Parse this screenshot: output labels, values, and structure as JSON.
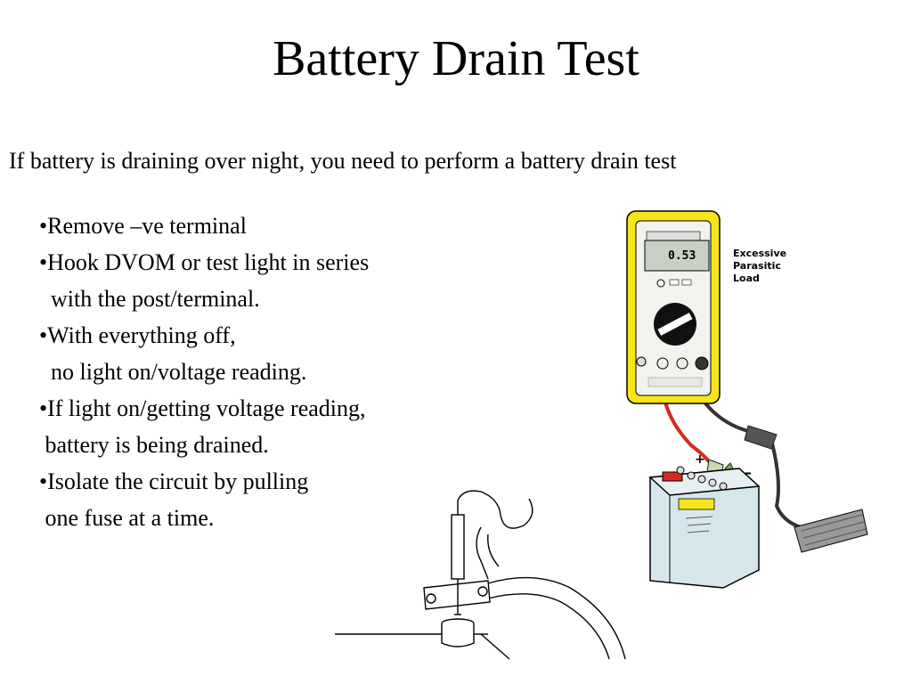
{
  "slide": {
    "title": "Battery Drain Test",
    "subtitle": "If battery is draining over night, you need to perform a battery drain test",
    "bullet_lines": [
      "•Remove –ve terminal",
      "•Hook DVOM or test light in series",
      "  with the post/terminal.",
      "•With everything off,",
      "  no light on/voltage reading.",
      "•If light on/getting voltage reading,",
      " battery is being drained.",
      "•Isolate the circuit by pulling",
      " one fuse at a time."
    ]
  },
  "meter": {
    "display_reading": "0.53",
    "callout_lines": [
      "Excessive",
      "Parasitic",
      "Load"
    ],
    "body_color": "#f6e51b",
    "battery_color": "#d6e7ec",
    "positive_lead_color": "#d62a1f"
  },
  "icons": {
    "multimeter": "multimeter-illustration",
    "battery": "battery-illustration",
    "test_light": "test-light-illustration"
  }
}
